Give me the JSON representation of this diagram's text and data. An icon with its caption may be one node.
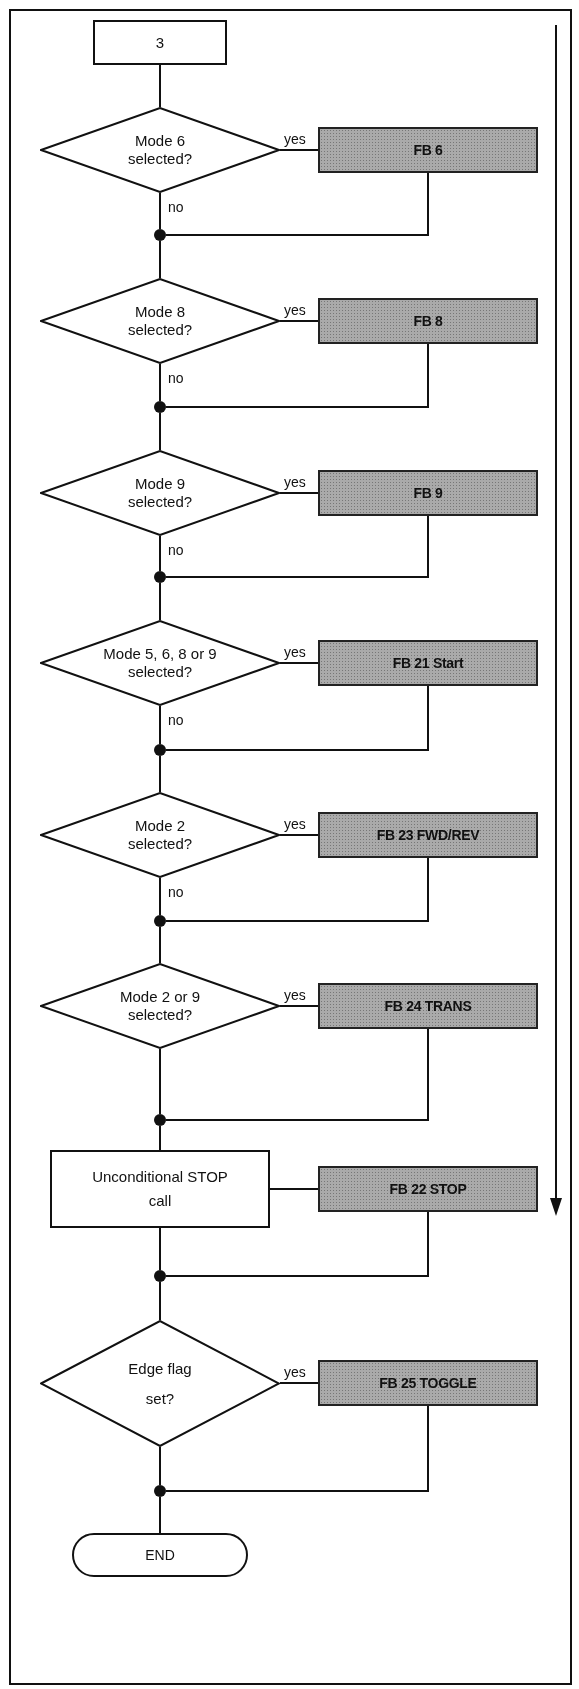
{
  "diagram": {
    "nodes": [
      {
        "text": [
          "3"
        ]
      },
      {
        "text": [
          "Mode 6 selected?"
        ]
      },
      {
        "text": [
          "FB 6"
        ]
      },
      {
        "text": [],
        "shape": "circle"
      },
      {
        "text": [
          "Mode 8 selected?"
        ]
      },
      {
        "text": [
          "FB 8"
        ]
      },
      {
        "text": [],
        "shape": "circle"
      },
      {
        "text": [
          "Mode 9 selected?"
        ]
      },
      {
        "text": [
          "FB 9"
        ]
      },
      {
        "text": [],
        "shape": "circle"
      },
      {
        "text": [
          "Mode 5, 6, 8 or 9 selected?"
        ]
      },
      {
        "text": [
          "FB 21 Start"
        ]
      },
      {
        "text": [],
        "shape": "circle"
      },
      {
        "text": [
          "Mode 2 selected?"
        ]
      },
      {
        "text": [
          "FB 23 FWD/REV"
        ]
      },
      {
        "text": [],
        "shape": "circle"
      },
      {
        "text": [
          "Mode 2 or 9 selected?"
        ]
      },
      {
        "text": [
          "FB 24 TRANS"
        ]
      },
      {
        "text": [],
        "shape": "circle"
      },
      {
        "text": [
          "Unconditional STOP call"
        ]
      },
      {
        "text": [
          "FB 22 STOP"
        ]
      },
      {
        "text": [],
        "shape": "circle"
      },
      {
        "text": [
          "Edge flag set?"
        ]
      },
      {
        "text": [
          "FB 25 TOGGLE"
        ]
      },
      {
        "text": [],
        "shape": "circle"
      },
      {
        "text": [
          "END"
        ]
      }
    ],
    "edges": [
      {
        "from": 0,
        "to": 1,
        "arrow": "none"
      },
      {
        "from": 1,
        "to": 2,
        "arrow": "none",
        "label": "yes"
      },
      {
        "from": 1,
        "to": 3,
        "arrow": "none",
        "label": "no"
      },
      {
        "from": 2,
        "to": 3,
        "arrow": "none"
      },
      {
        "from": 3,
        "to": 4,
        "arrow": "none"
      },
      {
        "from": 4,
        "to": 5,
        "arrow": "none",
        "label": "yes"
      },
      {
        "from": 4,
        "to": 6,
        "arrow": "none",
        "label": "no"
      },
      {
        "from": 5,
        "to": 6,
        "arrow": "none"
      },
      {
        "from": 6,
        "to": 7,
        "arrow": "none"
      },
      {
        "from": 7,
        "to": 8,
        "arrow": "none",
        "label": "yes"
      },
      {
        "from": 7,
        "to": 9,
        "arrow": "none",
        "label": "no"
      },
      {
        "from": 8,
        "to": 9,
        "arrow": "none"
      },
      {
        "from": 9,
        "to": 10,
        "arrow": "none"
      },
      {
        "from": 10,
        "to": 11,
        "arrow": "none",
        "label": "yes"
      },
      {
        "from": 10,
        "to": 12,
        "arrow": "none",
        "label": "no"
      },
      {
        "from": 11,
        "to": 12,
        "arrow": "none"
      },
      {
        "from": 12,
        "to": 13,
        "arrow": "none"
      },
      {
        "from": 13,
        "to": 14,
        "arrow": "none",
        "label": "yes"
      },
      {
        "from": 13,
        "to": 15,
        "arrow": "none",
        "label": "no"
      },
      {
        "from": 14,
        "to": 15,
        "arrow": "none"
      },
      {
        "from": 15,
        "to": 16,
        "arrow": "none"
      },
      {
        "from": 16,
        "to": 17,
        "arrow": "none",
        "label": "yes"
      },
      {
        "from": 16,
        "to": 18,
        "arrow": "none"
      },
      {
        "from": 17,
        "to": 18,
        "arrow": "none"
      },
      {
        "from": 18,
        "to": 19,
        "arrow": "none"
      },
      {
        "from": 19,
        "to": 20,
        "arrow": "none"
      },
      {
        "from": 19,
        "to": 21,
        "arrow": "none"
      },
      {
        "from": 20,
        "to": 21,
        "arrow": "none"
      },
      {
        "from": 21,
        "to": 22,
        "arrow": "none"
      },
      {
        "from": 22,
        "to": 23,
        "arrow": "none",
        "label": "yes"
      },
      {
        "from": 22,
        "to": 24,
        "arrow": "none"
      },
      {
        "from": 23,
        "to": 24,
        "arrow": "none"
      },
      {
        "from": 24,
        "to": 25,
        "arrow": "none"
      }
    ]
  }
}
